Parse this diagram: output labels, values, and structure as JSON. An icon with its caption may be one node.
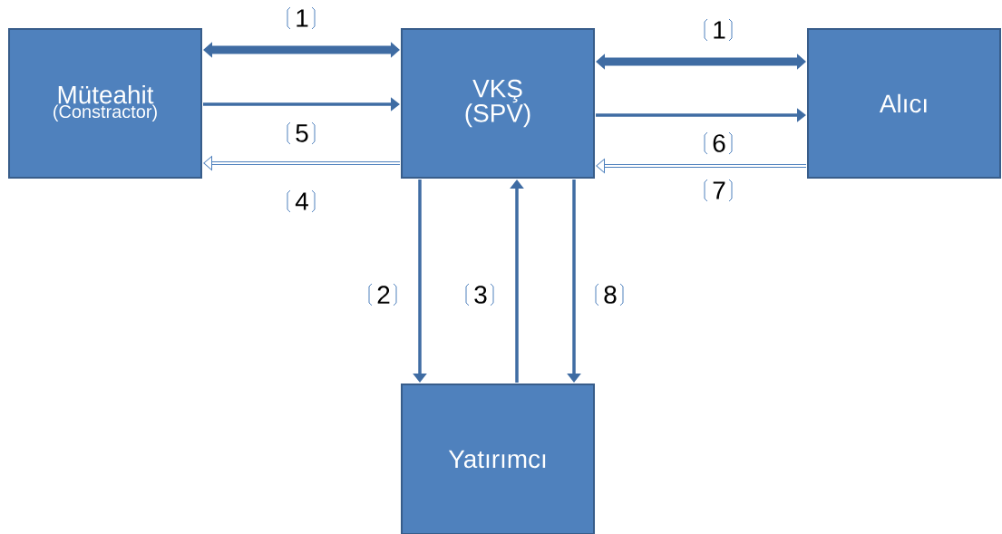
{
  "diagram": {
    "nodes": [
      {
        "text": [
          "Müteahit",
          "(Constractor)"
        ]
      },
      {
        "text": [
          "VKŞ (SPV)"
        ]
      },
      {
        "text": [
          "Alıcı"
        ]
      },
      {
        "text": [
          "Yatırımcı"
        ]
      }
    ],
    "edges": [
      {
        "from": 0,
        "to": 1,
        "arrow": "both",
        "label": "1",
        "style": "thick"
      },
      {
        "from": 0,
        "to": 1,
        "arrow": "to",
        "label": "5"
      },
      {
        "from": 1,
        "to": 0,
        "arrow": "to",
        "label": "4",
        "color": "#4f81bd"
      },
      {
        "from": 1,
        "to": 2,
        "arrow": "both",
        "label": "1",
        "style": "thick"
      },
      {
        "from": 1,
        "to": 2,
        "arrow": "to",
        "label": "6"
      },
      {
        "from": 2,
        "to": 1,
        "arrow": "to",
        "label": "7",
        "color": "#4f81bd"
      },
      {
        "from": 1,
        "to": 3,
        "arrow": "to",
        "label": "2"
      },
      {
        "from": 3,
        "to": 1,
        "arrow": "to",
        "label": "3"
      },
      {
        "from": 1,
        "to": 3,
        "arrow": "to",
        "label": "8"
      }
    ]
  }
}
